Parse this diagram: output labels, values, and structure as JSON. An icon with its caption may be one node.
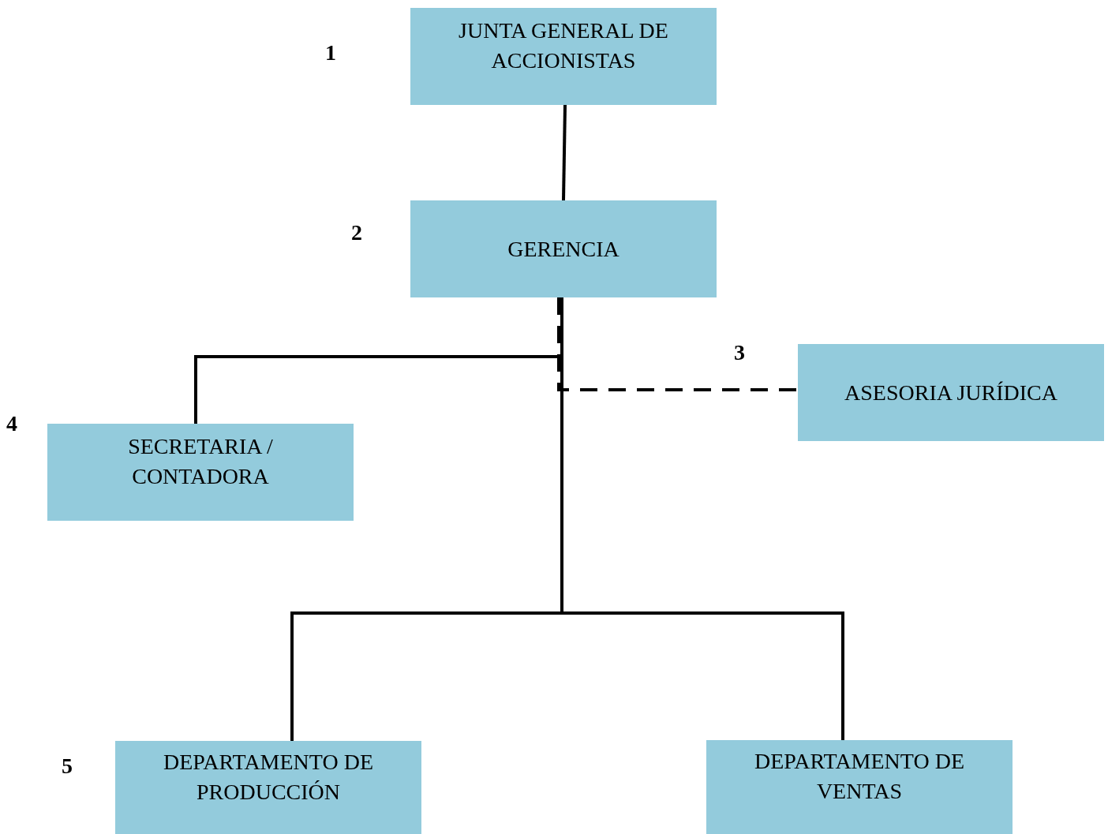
{
  "diagram": {
    "nodes": [
      {
        "text": [
          "JUNTA GENERAL DE ACCIONISTAS"
        ]
      },
      {
        "text": [
          "GERENCIA"
        ]
      },
      {
        "text": [
          "ASESORIA JURÍDICA"
        ]
      },
      {
        "text": [
          "SECRETARIA / CONTADORA"
        ]
      },
      {
        "text": [
          "DEPARTAMENTO DE PRODUCCIÓN"
        ]
      },
      {
        "text": [
          "DEPARTAMENTO DE VENTAS"
        ]
      }
    ],
    "edges": [
      {
        "from": 0,
        "to": 1,
        "arrow": "none"
      },
      {
        "from": 1,
        "to": 3,
        "arrow": "none"
      },
      {
        "from": 1,
        "to": 2,
        "arrow": "none",
        "style": "dashed"
      },
      {
        "from": 1,
        "to": 4,
        "arrow": "none"
      },
      {
        "from": 1,
        "to": 5,
        "arrow": "none"
      }
    ],
    "labels": [
      "1",
      "2",
      "3",
      "4",
      "5"
    ]
  }
}
